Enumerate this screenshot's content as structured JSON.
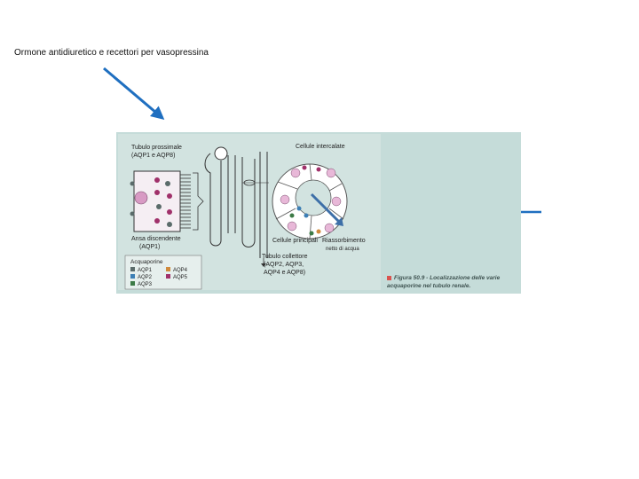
{
  "slide": {
    "title": "Ormone antidiuretico e recettori per vasopressina"
  },
  "figure": {
    "labels": {
      "proximal_tubule": [
        "Tubulo prossimale",
        "(AQP1 e AQP8)"
      ],
      "descending_limb": [
        "Ansa discendente",
        "(AQP1)"
      ],
      "intercalated_cells": "Cellule intercalate",
      "principal_cells": "Cellule principali",
      "reabsorption": [
        "Riassorbimento",
        "netto di acqua"
      ],
      "collecting_duct": [
        "Tubulo collettore",
        "(AQP2, AQP3,",
        "AQP4 e AQP8)"
      ]
    },
    "legend": {
      "title": "Acquaporine",
      "items": [
        {
          "label": "AQP1",
          "color": "#5a6b6a"
        },
        {
          "label": "AQP4",
          "color": "#d08a3c"
        },
        {
          "label": "AQP2",
          "color": "#3d7fb5"
        },
        {
          "label": "AQP5",
          "color": "#a0306a"
        },
        {
          "label": "AQP3",
          "color": "#3c7a46"
        }
      ]
    },
    "caption": {
      "figure_ref": "Figura 50.9",
      "text": " - Localizzazione delle varie acquaporine nel tubulo renale."
    }
  },
  "colors": {
    "pointer_arrow": "#1f6fc0",
    "figure_bg": "#c5dcd9",
    "cell_pink": "#e8b8d8"
  }
}
